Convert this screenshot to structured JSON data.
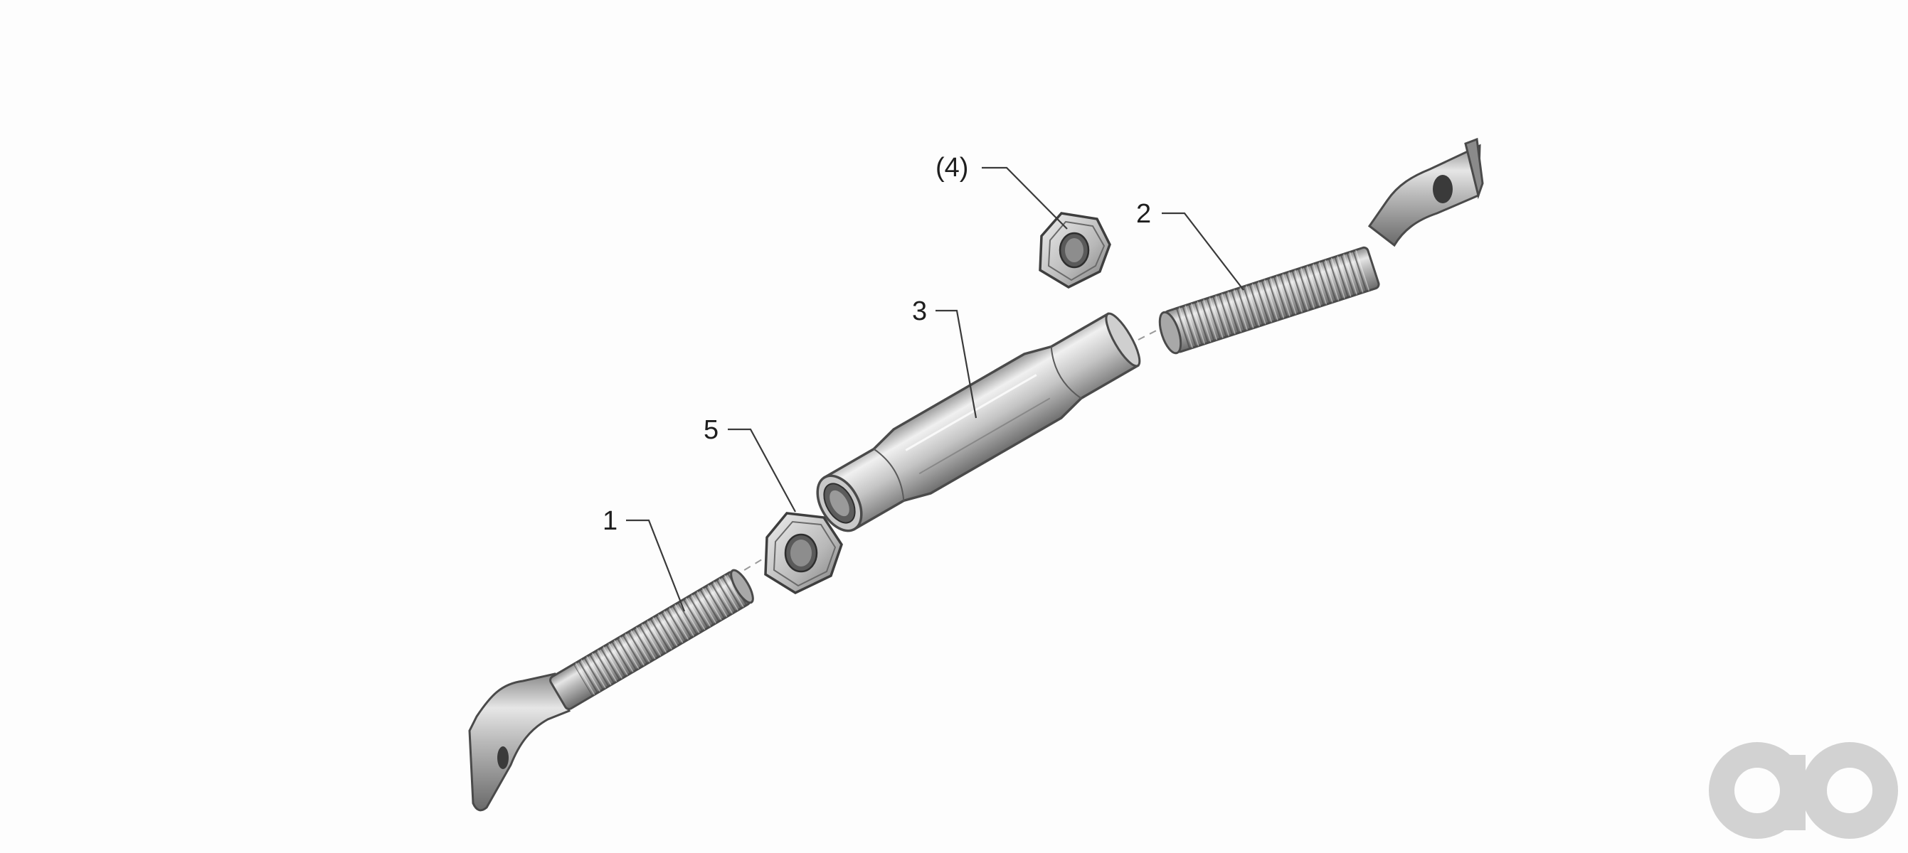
{
  "diagram": {
    "type": "exploded-assembly",
    "callouts": [
      {
        "id": "1",
        "label": "1"
      },
      {
        "id": "2",
        "label": "2"
      },
      {
        "id": "3",
        "label": "3"
      },
      {
        "id": "4",
        "label": "(4)"
      },
      {
        "id": "5",
        "label": "5"
      }
    ]
  },
  "colors": {
    "background": "#fdfdfd",
    "steel_light": "#e9e9e9",
    "steel_mid": "#b6b6b6",
    "steel_dark": "#6c6c6c",
    "outline": "#4a4a4a",
    "watermark": "#d2d2d2"
  },
  "icons": {
    "watermark": "watermark-logo-icon"
  }
}
